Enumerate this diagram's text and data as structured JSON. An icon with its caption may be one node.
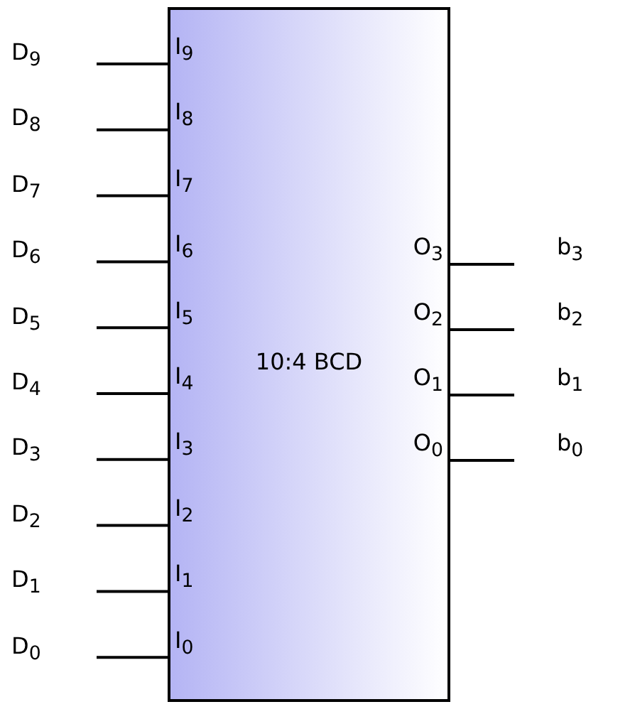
{
  "diagram": {
    "nodes": [
      {
        "text": [
          "10:4 BCD"
        ]
      },
      {
        "text": [
          "D$_{9}$"
        ]
      },
      {
        "text": [
          "D$_{8}$"
        ]
      },
      {
        "text": [
          "D$_{7}$"
        ]
      },
      {
        "text": [
          "D$_{6}$"
        ]
      },
      {
        "text": [
          "D$_{5}$"
        ]
      },
      {
        "text": [
          "D$_{4}$"
        ]
      },
      {
        "text": [
          "D$_{3}$"
        ]
      },
      {
        "text": [
          "D$_{2}$"
        ]
      },
      {
        "text": [
          "D$_{1}$"
        ]
      },
      {
        "text": [
          "D$_{0}$"
        ]
      },
      {
        "text": [
          "b$_{3}$"
        ]
      },
      {
        "text": [
          "b$_{2}$"
        ]
      },
      {
        "text": [
          "b$_{1}$"
        ]
      },
      {
        "text": [
          "b$_{0}$"
        ]
      }
    ],
    "edges": [
      {
        "from": 1,
        "to": 0,
        "arrow": "none"
      },
      {
        "from": 2,
        "to": 0,
        "arrow": "none"
      },
      {
        "from": 3,
        "to": 0,
        "arrow": "none"
      },
      {
        "from": 4,
        "to": 0,
        "arrow": "none"
      },
      {
        "from": 5,
        "to": 0,
        "arrow": "none"
      },
      {
        "from": 6,
        "to": 0,
        "arrow": "none"
      },
      {
        "from": 7,
        "to": 0,
        "arrow": "none"
      },
      {
        "from": 8,
        "to": 0,
        "arrow": "none"
      },
      {
        "from": 9,
        "to": 0,
        "arrow": "none"
      },
      {
        "from": 10,
        "to": 0,
        "arrow": "none"
      },
      {
        "from": 0,
        "to": 11,
        "arrow": "none"
      },
      {
        "from": 0,
        "to": 12,
        "arrow": "none"
      },
      {
        "from": 0,
        "to": 13,
        "arrow": "none"
      },
      {
        "from": 0,
        "to": 14,
        "arrow": "none"
      }
    ],
    "labels": [
      "I$_{9}$",
      "I$_{8}$",
      "I$_{7}$",
      "I$_{6}$",
      "I$_{5}$",
      "I$_{4}$",
      "I$_{3}$",
      "I$_{2}$",
      "I$_{1}$",
      "I$_{0}$",
      "O$_{3}$",
      "O$_{2}$",
      "O$_{1}$",
      "O$_{0}$"
    ]
  }
}
